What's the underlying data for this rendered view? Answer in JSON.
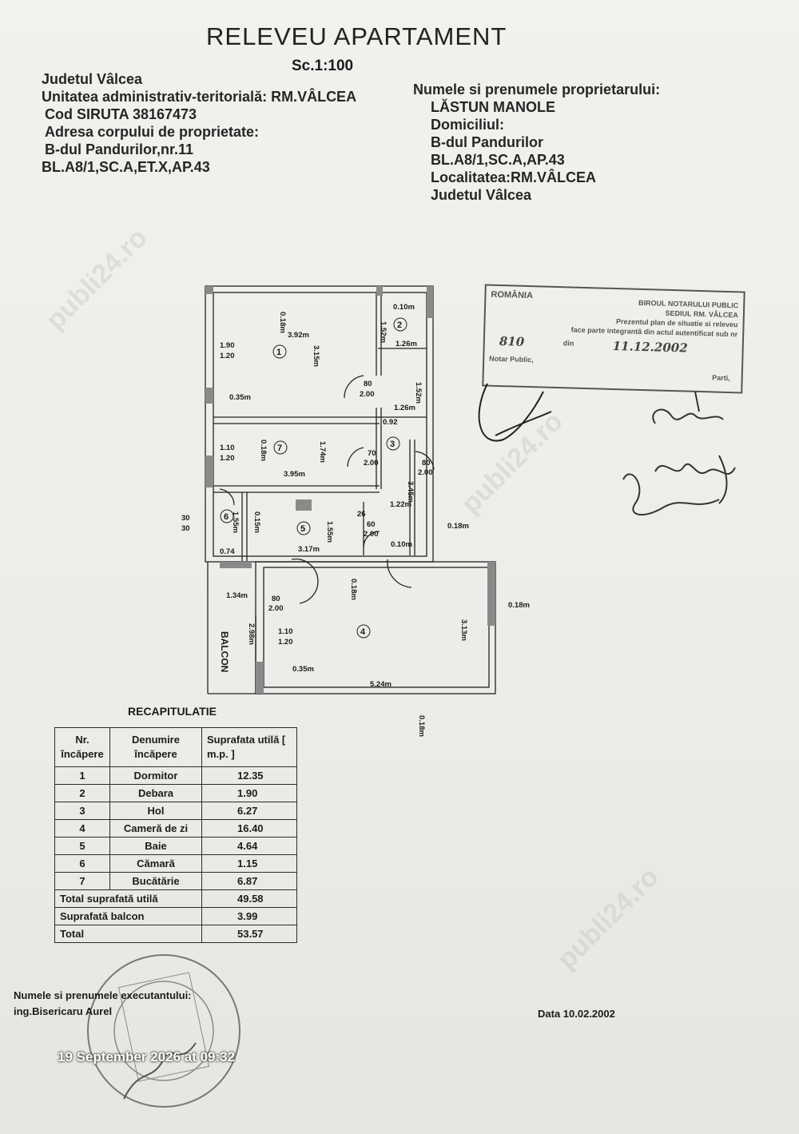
{
  "document": {
    "title": "RELEVEU APARTAMENT",
    "scale": "Sc.1:100",
    "left_header": [
      "Judetul Vâlcea",
      "Unitatea administrativ-teritorială: RM.VÂLCEA",
      "Cod SIRUTA 38167473",
      "Adresa corpului de proprietate:",
      "B-dul Pandurilor,nr.11",
      "BL.A8/1,SC.A,ET.X,AP.43"
    ],
    "right_header": [
      "Numele si prenumele proprietarului:",
      "LĂSTUN MANOLE",
      "Domiciliul:",
      "B-dul Pandurilor",
      "BL.A8/1,SC.A,AP.43",
      "Localitatea:RM.VÂLCEA",
      "Judetul Vâlcea"
    ],
    "notary_stamp": {
      "country": "ROMÂNIA",
      "office": "BIROUL NOTARULUI PUBLIC",
      "seat": "SEDIUL RM. VÂLCEA",
      "text1": "Prezentul plan de situatie si releveu",
      "text2": "face parte integrantă din actul autentificat sub nr",
      "nr_label": "din",
      "nr_value": "810",
      "date_value": "11.12.2002",
      "notary_label": "Notar Public,",
      "parti_label": "Parti,"
    }
  },
  "plan": {
    "rooms": [
      "1",
      "2",
      "3",
      "4",
      "5",
      "6",
      "7"
    ],
    "balcony_label": "BALCON",
    "dims": {
      "d1": "0.18m",
      "d2": "3.92m",
      "d3": "0.10m",
      "d4": "1.52m",
      "d5": "1.90",
      "d6": "1.20",
      "d7": "3.15m",
      "d8": "1.26m",
      "d9": "80",
      "d10": "2.00",
      "d11": "0.35m",
      "d12": "1.52m",
      "d13": "1.26m",
      "d14": "0.92",
      "d15": "1.10",
      "d16": "1.20",
      "d17": "0.18m",
      "d18": "1.74m",
      "d19": "70",
      "d20": "2.00",
      "d21": "80",
      "d22": "2.00",
      "d23": "3.95m",
      "d24": "3.45m",
      "d25": "30",
      "d26": "30",
      "d27": "1.22m",
      "d28": "0.18m",
      "d29": "0.15m",
      "d30": "1.55m",
      "d31": "60",
      "d32": "2.00",
      "d33": "1.55m",
      "d34": "0.74",
      "d35": "3.17m",
      "d36": "0.10m",
      "d37": "1.34m",
      "d38": "80",
      "d39": "2.00",
      "d40": "0.18m",
      "d41": "0.18m",
      "d42": "2.98m",
      "d43": "1.10",
      "d44": "1.20",
      "d45": "3.13m",
      "d46": "0.35m",
      "d47": "5.24m",
      "d48": "0.18m",
      "d49": "26"
    }
  },
  "recap": {
    "title": "RECAPITULATIE",
    "headers": [
      "Nr. încăpere",
      "Denumire încăpere",
      "Suprafata utilă [ m.p. ]"
    ],
    "rows": [
      {
        "nr": "1",
        "name": "Dormitor",
        "area": "12.35"
      },
      {
        "nr": "2",
        "name": "Debara",
        "area": "1.90"
      },
      {
        "nr": "3",
        "name": "Hol",
        "area": "6.27"
      },
      {
        "nr": "4",
        "name": "Cameră de zi",
        "area": "16.40"
      },
      {
        "nr": "5",
        "name": "Baie",
        "area": "4.64"
      },
      {
        "nr": "6",
        "name": "Cămară",
        "area": "1.15"
      },
      {
        "nr": "7",
        "name": "Bucătărie",
        "area": "6.87"
      }
    ],
    "totals": [
      {
        "label": "Total suprafată utilă",
        "value": "49.58"
      },
      {
        "label": "Suprafată balcon",
        "value": "3.99"
      },
      {
        "label": "Total",
        "value": "53.57"
      }
    ]
  },
  "footer": {
    "executor_label": "Numele si prenumele executantului:",
    "executor_name": "ing.Bisericaru Aurel",
    "date": "Data 10.02.2002",
    "photo_timestamp": "19 September 2026 at 09:32"
  },
  "colors": {
    "ink": "#1b1b1b",
    "paper": "#efefec",
    "stamp": "#555555"
  }
}
